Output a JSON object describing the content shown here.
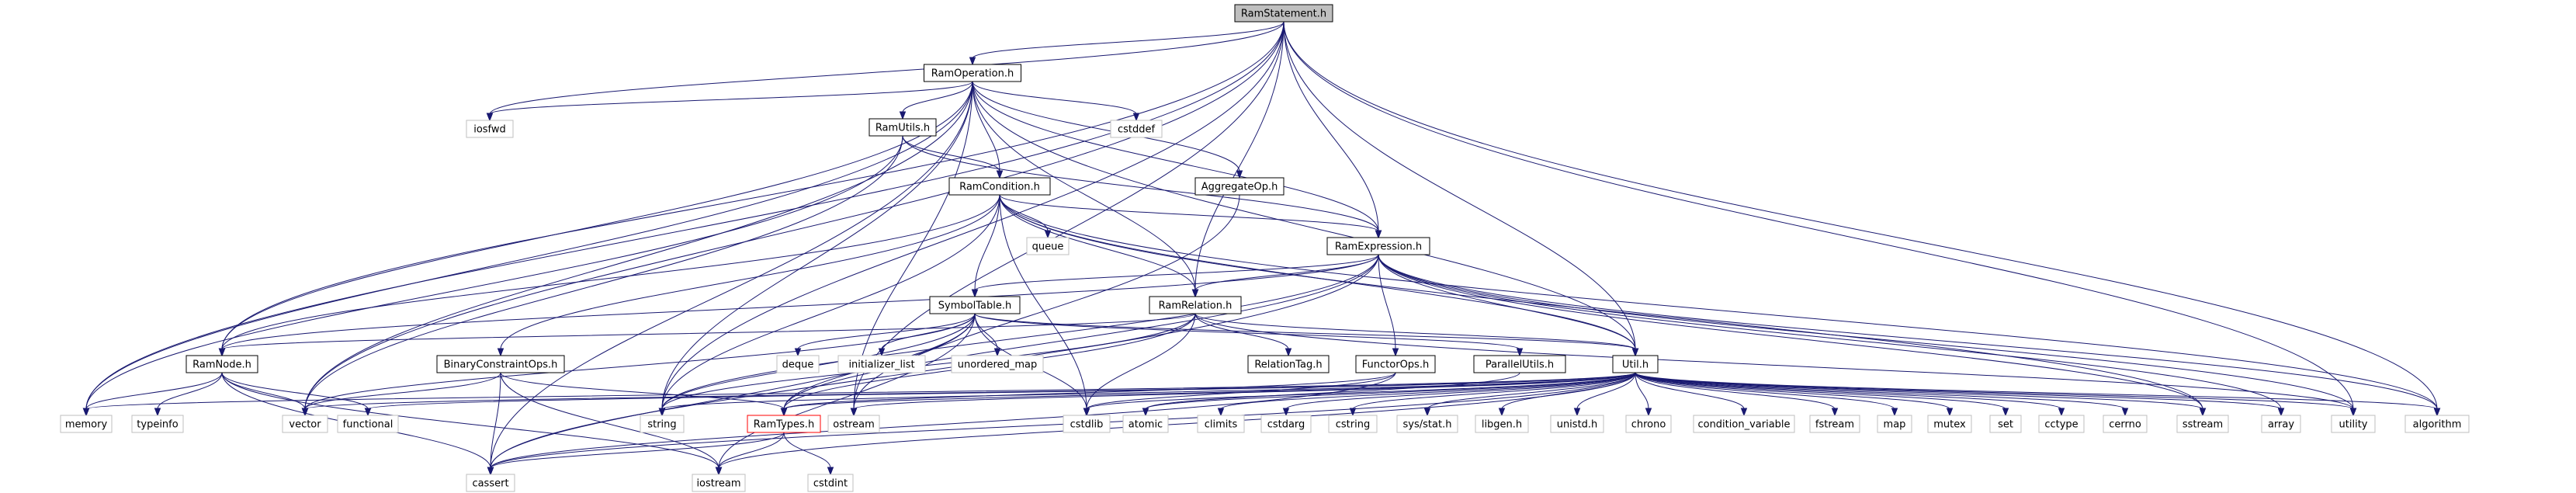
{
  "colors": {
    "edge": "#191970",
    "node_border": "#000000",
    "node_border_system": "#bfbfbf",
    "node_border_warning": "#ff0000",
    "root_fill": "#bfbfbf",
    "text": "#000000",
    "text_system": "#000000"
  },
  "nodes": [
    {
      "id": "RamStatement.h",
      "label": "RamStatement.h",
      "kind": "root"
    },
    {
      "id": "RamOperation.h",
      "label": "RamOperation.h",
      "kind": "local"
    },
    {
      "id": "RamUtils.h",
      "label": "RamUtils.h",
      "kind": "local"
    },
    {
      "id": "RamCondition.h",
      "label": "RamCondition.h",
      "kind": "local"
    },
    {
      "id": "AggregateOp.h",
      "label": "AggregateOp.h",
      "kind": "local"
    },
    {
      "id": "RamExpression.h",
      "label": "RamExpression.h",
      "kind": "local"
    },
    {
      "id": "SymbolTable.h",
      "label": "SymbolTable.h",
      "kind": "local"
    },
    {
      "id": "RamRelation.h",
      "label": "RamRelation.h",
      "kind": "local"
    },
    {
      "id": "RamNode.h",
      "label": "RamNode.h",
      "kind": "local"
    },
    {
      "id": "BinaryConstraintOps.h",
      "label": "BinaryConstraintOps.h",
      "kind": "local"
    },
    {
      "id": "RelationTag.h",
      "label": "RelationTag.h",
      "kind": "local"
    },
    {
      "id": "FunctorOps.h",
      "label": "FunctorOps.h",
      "kind": "local"
    },
    {
      "id": "ParallelUtils.h",
      "label": "ParallelUtils.h",
      "kind": "local"
    },
    {
      "id": "Util.h",
      "label": "Util.h",
      "kind": "local"
    },
    {
      "id": "RamTypes.h",
      "label": "RamTypes.h",
      "kind": "warning"
    },
    {
      "id": "iosfwd",
      "label": "iosfwd",
      "kind": "system"
    },
    {
      "id": "cstddef",
      "label": "cstddef",
      "kind": "system"
    },
    {
      "id": "queue",
      "label": "queue",
      "kind": "system"
    },
    {
      "id": "deque",
      "label": "deque",
      "kind": "system"
    },
    {
      "id": "initializer_list",
      "label": "initializer_list",
      "kind": "system"
    },
    {
      "id": "unordered_map",
      "label": "unordered_map",
      "kind": "system"
    },
    {
      "id": "memory",
      "label": "memory",
      "kind": "system"
    },
    {
      "id": "typeinfo",
      "label": "typeinfo",
      "kind": "system"
    },
    {
      "id": "vector",
      "label": "vector",
      "kind": "system"
    },
    {
      "id": "functional",
      "label": "functional",
      "kind": "system"
    },
    {
      "id": "string",
      "label": "string",
      "kind": "system"
    },
    {
      "id": "ostream",
      "label": "ostream",
      "kind": "system"
    },
    {
      "id": "cstdlib",
      "label": "cstdlib",
      "kind": "system"
    },
    {
      "id": "atomic",
      "label": "atomic",
      "kind": "system"
    },
    {
      "id": "climits",
      "label": "climits",
      "kind": "system"
    },
    {
      "id": "cstdarg",
      "label": "cstdarg",
      "kind": "system"
    },
    {
      "id": "cstring",
      "label": "cstring",
      "kind": "system"
    },
    {
      "id": "sys/stat.h",
      "label": "sys/stat.h",
      "kind": "system"
    },
    {
      "id": "libgen.h",
      "label": "libgen.h",
      "kind": "system"
    },
    {
      "id": "unistd.h",
      "label": "unistd.h",
      "kind": "system"
    },
    {
      "id": "chrono",
      "label": "chrono",
      "kind": "system"
    },
    {
      "id": "condition_variable",
      "label": "condition_variable",
      "kind": "system"
    },
    {
      "id": "fstream",
      "label": "fstream",
      "kind": "system"
    },
    {
      "id": "map",
      "label": "map",
      "kind": "system"
    },
    {
      "id": "mutex",
      "label": "mutex",
      "kind": "system"
    },
    {
      "id": "set",
      "label": "set",
      "kind": "system"
    },
    {
      "id": "cctype",
      "label": "cctype",
      "kind": "system"
    },
    {
      "id": "cerrno",
      "label": "cerrno",
      "kind": "system"
    },
    {
      "id": "sstream",
      "label": "sstream",
      "kind": "system"
    },
    {
      "id": "array",
      "label": "array",
      "kind": "system"
    },
    {
      "id": "utility",
      "label": "utility",
      "kind": "system"
    },
    {
      "id": "algorithm",
      "label": "algorithm",
      "kind": "system"
    },
    {
      "id": "cassert",
      "label": "cassert",
      "kind": "system"
    },
    {
      "id": "iostream",
      "label": "iostream",
      "kind": "system"
    },
    {
      "id": "cstdint",
      "label": "cstdint",
      "kind": "system"
    }
  ],
  "edges": [
    [
      "RamStatement.h",
      "RamOperation.h"
    ],
    [
      "RamStatement.h",
      "RamExpression.h"
    ],
    [
      "RamStatement.h",
      "RamRelation.h"
    ],
    [
      "RamStatement.h",
      "RamNode.h"
    ],
    [
      "RamStatement.h",
      "Util.h"
    ],
    [
      "RamStatement.h",
      "memory"
    ],
    [
      "RamStatement.h",
      "vector"
    ],
    [
      "RamStatement.h",
      "string"
    ],
    [
      "RamStatement.h",
      "iosfwd"
    ],
    [
      "RamStatement.h",
      "ostream"
    ],
    [
      "RamStatement.h",
      "algorithm"
    ],
    [
      "RamStatement.h",
      "utility"
    ],
    [
      "RamOperation.h",
      "RamUtils.h"
    ],
    [
      "RamOperation.h",
      "RamCondition.h"
    ],
    [
      "RamOperation.h",
      "AggregateOp.h"
    ],
    [
      "RamOperation.h",
      "RamExpression.h"
    ],
    [
      "RamOperation.h",
      "RamRelation.h"
    ],
    [
      "RamOperation.h",
      "RamNode.h"
    ],
    [
      "RamOperation.h",
      "Util.h"
    ],
    [
      "RamOperation.h",
      "iosfwd"
    ],
    [
      "RamOperation.h",
      "cstddef"
    ],
    [
      "RamOperation.h",
      "memory"
    ],
    [
      "RamOperation.h",
      "vector"
    ],
    [
      "RamOperation.h",
      "string"
    ],
    [
      "RamOperation.h",
      "ostream"
    ],
    [
      "RamOperation.h",
      "cassert"
    ],
    [
      "RamUtils.h",
      "RamCondition.h"
    ],
    [
      "RamUtils.h",
      "RamExpression.h"
    ],
    [
      "RamUtils.h",
      "memory"
    ],
    [
      "RamUtils.h",
      "vector"
    ],
    [
      "RamCondition.h",
      "RamExpression.h"
    ],
    [
      "RamCondition.h",
      "SymbolTable.h"
    ],
    [
      "RamCondition.h",
      "RamRelation.h"
    ],
    [
      "RamCondition.h",
      "RamNode.h"
    ],
    [
      "RamCondition.h",
      "BinaryConstraintOps.h"
    ],
    [
      "RamCondition.h",
      "Util.h"
    ],
    [
      "RamCondition.h",
      "queue"
    ],
    [
      "RamCondition.h",
      "string"
    ],
    [
      "RamCondition.h",
      "algorithm"
    ],
    [
      "RamCondition.h",
      "sstream"
    ],
    [
      "RamCondition.h",
      "cstdlib"
    ],
    [
      "AggregateOp.h",
      "ostream"
    ],
    [
      "RamExpression.h",
      "SymbolTable.h"
    ],
    [
      "RamExpression.h",
      "RamRelation.h"
    ],
    [
      "RamExpression.h",
      "FunctorOps.h"
    ],
    [
      "RamExpression.h",
      "RamNode.h"
    ],
    [
      "RamExpression.h",
      "Util.h"
    ],
    [
      "RamExpression.h",
      "RamTypes.h"
    ],
    [
      "RamExpression.h",
      "array"
    ],
    [
      "RamExpression.h",
      "utility"
    ],
    [
      "RamExpression.h",
      "algorithm"
    ],
    [
      "RamExpression.h",
      "sstream"
    ],
    [
      "RamExpression.h",
      "string"
    ],
    [
      "RamExpression.h",
      "cassert"
    ],
    [
      "SymbolTable.h",
      "ParallelUtils.h"
    ],
    [
      "SymbolTable.h",
      "RamTypes.h"
    ],
    [
      "SymbolTable.h",
      "Util.h"
    ],
    [
      "SymbolTable.h",
      "deque"
    ],
    [
      "SymbolTable.h",
      "initializer_list"
    ],
    [
      "SymbolTable.h",
      "unordered_map"
    ],
    [
      "SymbolTable.h",
      "iostream"
    ],
    [
      "SymbolTable.h",
      "string"
    ],
    [
      "SymbolTable.h",
      "vector"
    ],
    [
      "SymbolTable.h",
      "cassert"
    ],
    [
      "SymbolTable.h",
      "cstdlib"
    ],
    [
      "RamRelation.h",
      "RelationTag.h"
    ],
    [
      "RamRelation.h",
      "RamNode.h"
    ],
    [
      "RamRelation.h",
      "Util.h"
    ],
    [
      "RamRelation.h",
      "RamTypes.h"
    ],
    [
      "RamRelation.h",
      "string"
    ],
    [
      "RamRelation.h",
      "cstdlib"
    ],
    [
      "RamRelation.h",
      "utility"
    ],
    [
      "RamNode.h",
      "memory"
    ],
    [
      "RamNode.h",
      "typeinfo"
    ],
    [
      "RamNode.h",
      "vector"
    ],
    [
      "RamNode.h",
      "functional"
    ],
    [
      "RamNode.h",
      "cassert"
    ],
    [
      "RamNode.h",
      "iostream"
    ],
    [
      "BinaryConstraintOps.h",
      "RamTypes.h"
    ],
    [
      "BinaryConstraintOps.h",
      "vector"
    ],
    [
      "BinaryConstraintOps.h",
      "cassert"
    ],
    [
      "BinaryConstraintOps.h",
      "iostream"
    ],
    [
      "FunctorOps.h",
      "RamTypes.h"
    ],
    [
      "FunctorOps.h",
      "cstdlib"
    ],
    [
      "FunctorOps.h",
      "cassert"
    ],
    [
      "ParallelUtils.h",
      "atomic"
    ],
    [
      "Util.h",
      "RamTypes.h"
    ],
    [
      "Util.h",
      "memory"
    ],
    [
      "Util.h",
      "vector"
    ],
    [
      "Util.h",
      "functional"
    ],
    [
      "Util.h",
      "string"
    ],
    [
      "Util.h",
      "ostream"
    ],
    [
      "Util.h",
      "cstdlib"
    ],
    [
      "Util.h",
      "atomic"
    ],
    [
      "Util.h",
      "climits"
    ],
    [
      "Util.h",
      "cstdarg"
    ],
    [
      "Util.h",
      "cstring"
    ],
    [
      "Util.h",
      "sys/stat.h"
    ],
    [
      "Util.h",
      "libgen.h"
    ],
    [
      "Util.h",
      "unistd.h"
    ],
    [
      "Util.h",
      "chrono"
    ],
    [
      "Util.h",
      "condition_variable"
    ],
    [
      "Util.h",
      "fstream"
    ],
    [
      "Util.h",
      "map"
    ],
    [
      "Util.h",
      "mutex"
    ],
    [
      "Util.h",
      "set"
    ],
    [
      "Util.h",
      "cctype"
    ],
    [
      "Util.h",
      "cerrno"
    ],
    [
      "Util.h",
      "sstream"
    ],
    [
      "Util.h",
      "array"
    ],
    [
      "Util.h",
      "utility"
    ],
    [
      "Util.h",
      "algorithm"
    ],
    [
      "Util.h",
      "cassert"
    ],
    [
      "Util.h",
      "iostream"
    ],
    [
      "RamTypes.h",
      "cassert"
    ],
    [
      "RamTypes.h",
      "iostream"
    ],
    [
      "RamTypes.h",
      "cstdint"
    ]
  ]
}
